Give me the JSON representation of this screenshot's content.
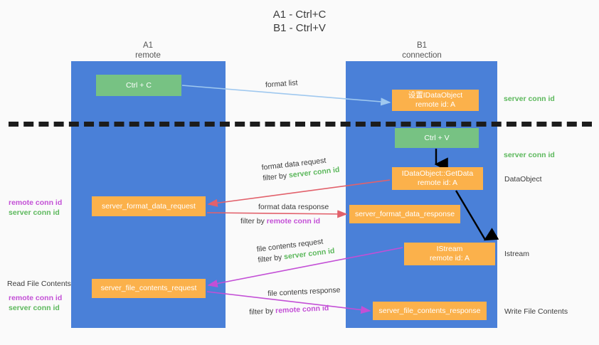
{
  "title": {
    "line1": "A1 - Ctrl+C",
    "line2": "B1 - Ctrl+V"
  },
  "columns": {
    "left": {
      "name": "A1",
      "sub": "remote"
    },
    "right": {
      "name": "B1",
      "sub": "connection"
    }
  },
  "nodes": {
    "ctrl_c": {
      "label": "Ctrl + C",
      "color": "#77c283"
    },
    "set_dataobject": {
      "l1": "设置IDataObject",
      "l2": "remote id: A",
      "color": "#fbb14b"
    },
    "ctrl_v": {
      "label": "Ctrl + V",
      "color": "#77c283"
    },
    "getdata": {
      "l1": "IDataObject::GetData",
      "l2": "remote id: A",
      "color": "#fbb14b"
    },
    "server_format_data_request": {
      "label": "server_format_data_request",
      "color": "#fbb14b"
    },
    "server_format_data_response": {
      "label": "server_format_data_response",
      "color": "#fbb14b"
    },
    "istream": {
      "l1": "IStream",
      "l2": "remote id: A",
      "color": "#fbb14b"
    },
    "server_file_contents_request": {
      "label": "server_file_contents_request",
      "color": "#fbb14b"
    },
    "server_file_contents_response": {
      "label": "server_file_contents_response",
      "color": "#fbb14b"
    }
  },
  "right_labels": {
    "server_conn_id_top": "server conn id",
    "server_conn_id_mid": "server conn id",
    "dataobject": "DataObject",
    "istream": "Istream",
    "write_file_contents": "Write File Contents"
  },
  "left_labels": {
    "remote_conn_id_1": "remote conn id",
    "server_conn_id_1": "server conn id",
    "read_file_contents": "Read File Contents",
    "remote_conn_id_2": "remote conn id",
    "server_conn_id_2": "server conn id"
  },
  "edges": {
    "format_list": "format list",
    "format_data_request": "format data request",
    "format_data_request_filter_prefix": "filter by ",
    "format_data_request_filter_value": "server conn id",
    "format_data_response": "format data response",
    "format_data_response_filter_prefix": "filter by ",
    "format_data_response_filter_value": "remote conn id",
    "file_contents_request": "file contents request",
    "file_contents_request_filter_prefix": "filter by ",
    "file_contents_request_filter_value": "server conn id",
    "file_contents_response": "file contents response",
    "file_contents_response_filter_prefix": "filter by ",
    "file_contents_response_filter_value": "remote conn id"
  },
  "colors": {
    "lane": "#4a80d8",
    "green_node": "#77c283",
    "orange_node": "#fbb14b",
    "green_text": "#5cb85c",
    "purple_text": "#c34fd6",
    "arrow_blue": "#9fc8ef",
    "arrow_red": "#e2616b",
    "arrow_magenta": "#c34fd6",
    "arrow_black": "#000000",
    "background": "#fafafa"
  }
}
